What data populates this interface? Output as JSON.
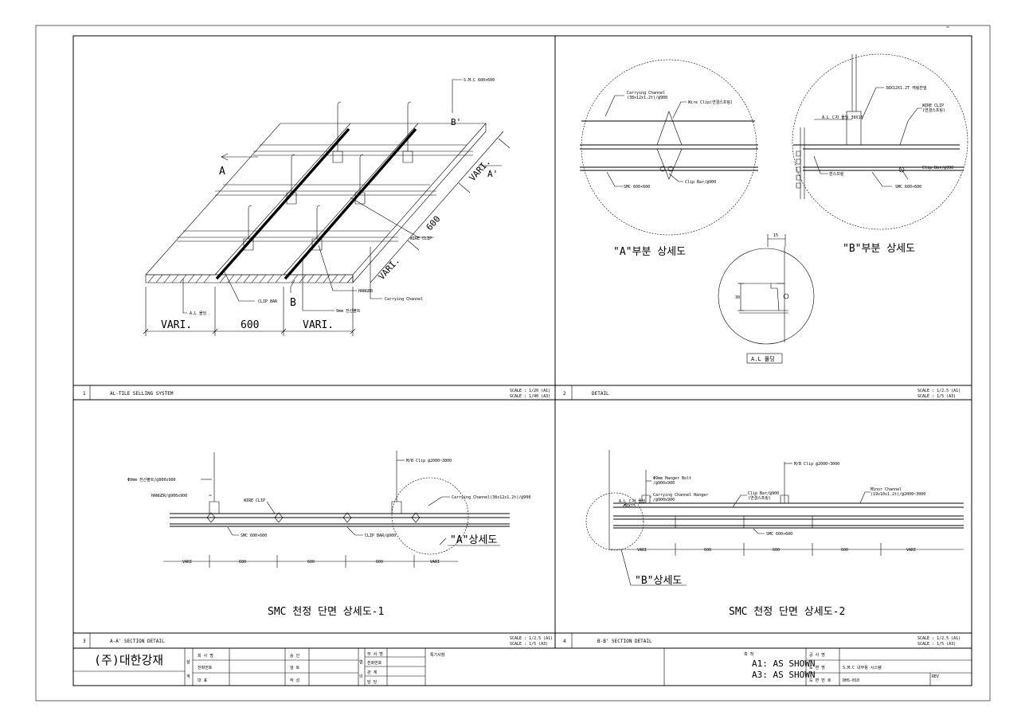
{
  "panel1": {
    "number": "1",
    "title": "AL-TILE SELLING SYSTEM",
    "scale_a1": "SCALE : 1/20 (A1)",
    "scale_a3": "SCALE : 1/40 (A3)",
    "callout_smc": "S.M.C 600×600",
    "section_mark_a": "A",
    "section_mark_a_prime": "A'",
    "section_mark_b": "B",
    "section_mark_b_prime": "B'",
    "dim_vari_side": "VARI.",
    "dim_600_side": "600",
    "dim_vari_side2": "VARI.",
    "callout_wire_clip": "WIRE CLIP",
    "callout_hanger": "HANGER",
    "callout_bolt": "9mm 전산볼트",
    "callout_carrying": "Carrying Channel",
    "callout_clip_bar": "CLIP BAR",
    "callout_al_molding": "A.L 몰딩",
    "dim_bottom_vari_left": "VARI.",
    "dim_bottom_600": "600",
    "dim_bottom_vari_right": "VARI."
  },
  "panel2": {
    "number": "2",
    "title": "DETAIL",
    "scale_a1": "SCALE : 1/2.5 (A1)",
    "scale_a3": "SCALE : 1/5   (A3)",
    "a_carrying_1": "Carrying Channel",
    "a_carrying_2": "(38x12x1.2t)/@900",
    "a_wire_clip": "Wire Clip(연결스프링)",
    "a_smc": "SMC 600×600",
    "a_clip_bar": "Clip Bar/@900",
    "a_caption": "\"A\"부분 상세도",
    "b_channel": "38X12X1.2T 캐링찬넬",
    "b_al_angle": "A.L ㄷ자 몰딩 30X15",
    "b_wire_clip_1": "WIRE CLIP",
    "b_wire_clip_2": "(연결스프링)",
    "b_spring": "판스프링",
    "b_clip_bar": "Clip Bar/@900",
    "b_smc": "SMC 600×600",
    "b_caption": "\"B\"부분 상세도",
    "m_dim_15": "15",
    "m_dim_30": "30",
    "m_label": "A.L 몰딩"
  },
  "panel3": {
    "number": "3",
    "title": "A-A' SECTION DETAIL",
    "scale_a1": "SCALE : 1/2.5 (A1)",
    "scale_a3": "SCALE : 1/5   (A3)",
    "mb_clip": "M/B Clip @2000~3000",
    "bolt": "Φ9mm 전산볼트/@900x900",
    "hanger": "HANGER/@900x900",
    "wire_clip": "WIRE CLIP",
    "carrying": "Carrying Channel(38x12x1.2t)/@900",
    "smc": "SMC 600×600",
    "clip_bar": "CLIP BAR/@900",
    "detail_tag": "\"A\"상세도",
    "dims": [
      "VARI",
      "600",
      "600",
      "600",
      "VARI"
    ],
    "caption": "SMC 천정 단면 상세도-1"
  },
  "panel4": {
    "number": "4",
    "title": "B-B' SECTION DETAIL",
    "scale_a1": "SCALE : 1/2.5 (A1)",
    "scale_a3": "SCALE : 1/5   (A3)",
    "mb_clip": "M/B Clip @2000~3000",
    "hanger_bolt_1": "Φ9mm Hanger Bolt",
    "hanger_bolt_2": "/@900x900",
    "carrying_hanger_1": "Carrying Channel Hanger",
    "carrying_hanger_2": "/@900x900",
    "clip_bar_1": "Clip Bar/@900",
    "clip_bar_2": "(연결스프링)",
    "minor_1": "Minor Channel",
    "minor_2": "(19x10x1.2t)/@2000~3000",
    "al_molding_1": "A.L ㄷ자 몰딩",
    "al_molding_2": "30X15",
    "smc": "SMC 600×600",
    "detail_tag": "\"B\"상세도",
    "dims": [
      "VARI",
      "600",
      "600",
      "600",
      "VARI"
    ],
    "caption": "SMC 천정 단면 상세도-2"
  },
  "title_block": {
    "company": "(주)대한강재",
    "col_a_marker": [
      "설",
      "계"
    ],
    "col_a": [
      "회 사 명",
      "전화번호",
      "대    표"
    ],
    "col_b": [
      "승 인",
      "검 토",
      "작 성"
    ],
    "col_c_marker": [
      "협",
      "의"
    ],
    "col_c": [
      "부 서 명",
      "전화번호",
      "관    계",
      "담    당"
    ],
    "notes_label": "특기사항",
    "legend": "축 척",
    "scale_a1": "A1: AS SHOWN",
    "scale_a3": "A3: AS SHOWN",
    "project_label": "공  사  명",
    "drawing_label": "도  면  명",
    "drawing_name": "S.M.C 내부용 시스템",
    "number_label": "도 면 번 호",
    "drawing_number": "DHS-010",
    "rev_label": "REV"
  }
}
